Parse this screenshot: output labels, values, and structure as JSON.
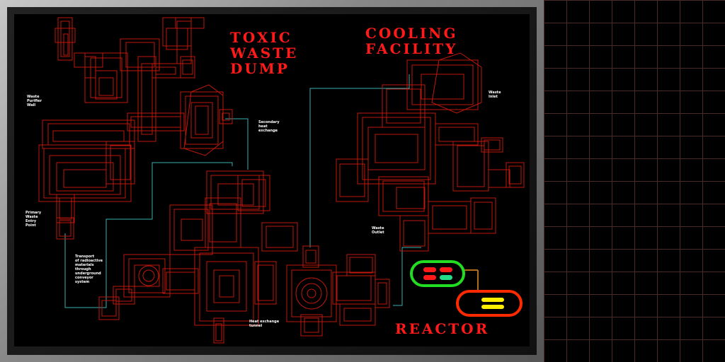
{
  "map": {
    "titles": {
      "toxic": [
        "TOXIC",
        "WASTE",
        "DUMP"
      ],
      "cooling": [
        "COOLING",
        "FACILITY"
      ],
      "reactor": "REACTOR"
    },
    "labels": {
      "waste_purifier": "Waste\nPurifier\nWall",
      "secondary_heat": "Secondary\nheat\nexchange",
      "primary_waste": "Primary\nWaste\nEntry\nPoint",
      "transport": "Transport\nof radioactive\nmaterials\nthrough\nunderground\nconveyor\nsystem",
      "heat_exchange_tunnel": "Heat exchange\ntunnel",
      "waste_inlet": "Waste\nInlet",
      "waste_outlet": "Waste\nOutlet"
    },
    "colors": {
      "structure": "#c0180c",
      "pipe": "#38b0b0",
      "title": "#ff1a1a",
      "reactor_core_border": "#22dd22",
      "reactor_fuel_border": "#ff2a00",
      "fuel_rods": "#ffee00",
      "link": "#b06a1a"
    }
  }
}
